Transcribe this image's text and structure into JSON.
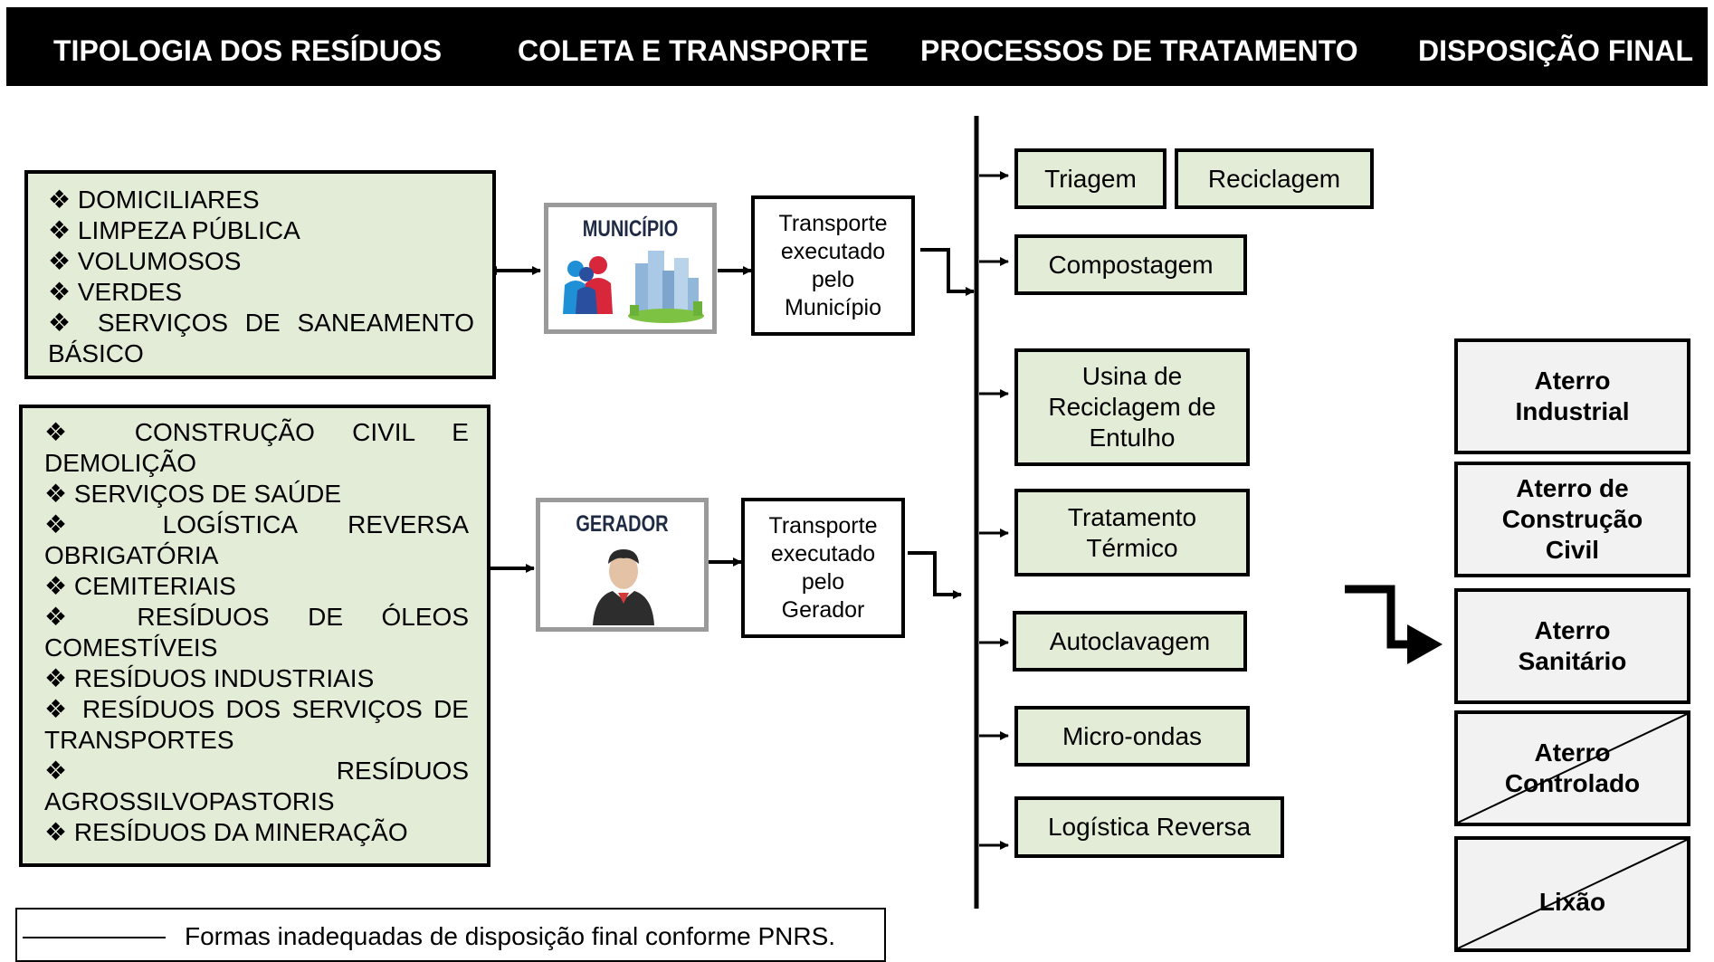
{
  "headers": [
    "TIPOLOGIA DOS RESÍDUOS",
    "COLETA E TRANSPORTE",
    "PROCESSOS DE TRATAMENTO",
    "DISPOSIÇÃO FINAL"
  ],
  "group1": {
    "items": [
      "❖ DOMICILIARES",
      "❖ LIMPEZA PÚBLICA",
      "❖ VOLUMOSOS",
      "❖ VERDES",
      "❖ SERVIÇOS DE SANEAMENTO BÁSICO"
    ]
  },
  "group2": {
    "items": [
      "❖ CONSTRUÇÃO CIVIL E DEMOLIÇÃO",
      "❖ SERVIÇOS DE SAÚDE",
      "❖ LOGÍSTICA REVERSA OBRIGATÓRIA",
      "❖ CEMITERIAIS",
      "❖ RESÍDUOS DE ÓLEOS COMESTÍVEIS",
      "❖ RESÍDUOS INDUSTRIAIS",
      "❖ RESÍDUOS DOS SERVIÇOS DE TRANSPORTES",
      "❖ RESÍDUOS AGROSSILVOPASTORIS",
      "❖ RESÍDUOS DA MINERAÇÃO"
    ]
  },
  "municipio": {
    "title": "MUNICÍPIO"
  },
  "gerador": {
    "title": "GERADOR"
  },
  "transport1": [
    "Transporte",
    "executado",
    "pelo",
    "Município"
  ],
  "transport2": [
    "Transporte",
    "executado",
    "pelo",
    "Gerador"
  ],
  "processes": {
    "triagem": "Triagem",
    "reciclagem": "Reciclagem",
    "compostagem": "Compostagem",
    "usina": [
      "Usina de",
      "Reciclagem de",
      "Entulho"
    ],
    "tratamento": [
      "Tratamento",
      "Térmico"
    ],
    "autoclavagem": "Autoclavagem",
    "microondas": "Micro-ondas",
    "logistica": "Logística Reversa"
  },
  "final": {
    "industrial": [
      "Aterro",
      "Industrial"
    ],
    "construcao": [
      "Aterro de",
      "Construção",
      "Civil"
    ],
    "sanitario": [
      "Aterro",
      "Sanitário"
    ],
    "controlado": [
      "Aterro",
      "Controlado"
    ],
    "lixao": [
      "Lixão"
    ]
  },
  "legend": {
    "text": "Formas inadequadas de disposição final conforme PNRS."
  }
}
